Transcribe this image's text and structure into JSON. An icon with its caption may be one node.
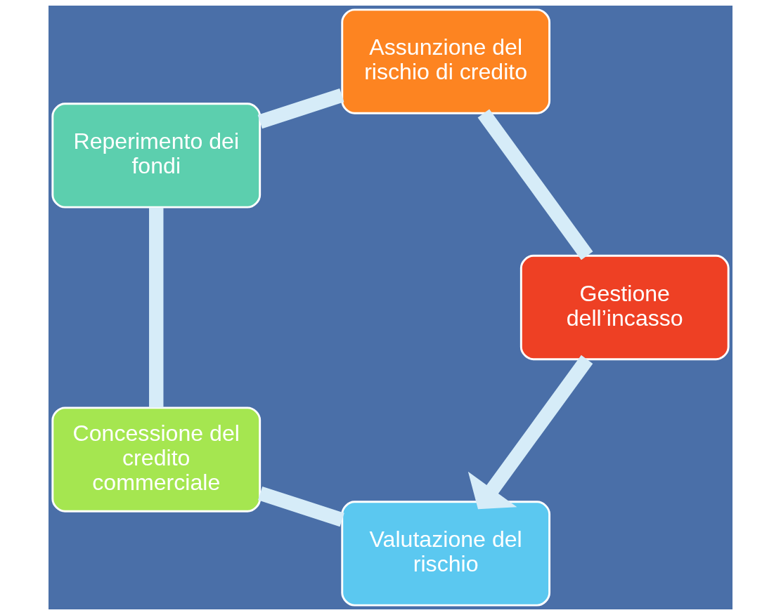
{
  "diagram": {
    "nodes": [
      {
        "text": [
          "Valutazione del rischio"
        ]
      },
      {
        "text": [
          "Concessione del credito commerciale"
        ]
      },
      {
        "text": [
          "Reperimento dei fondi"
        ]
      },
      {
        "text": [
          "Assunzione del rischio di credito"
        ]
      },
      {
        "text": [
          "Gestione dell’incasso"
        ]
      }
    ],
    "edges": [
      {
        "from": 0,
        "to": 1,
        "arrow": "none"
      },
      {
        "from": 1,
        "to": 2,
        "arrow": "none"
      },
      {
        "from": 2,
        "to": 3,
        "arrow": "none"
      },
      {
        "from": 3,
        "to": 4,
        "arrow": "none"
      },
      {
        "from": 4,
        "to": 0,
        "arrow": "to"
      }
    ]
  }
}
